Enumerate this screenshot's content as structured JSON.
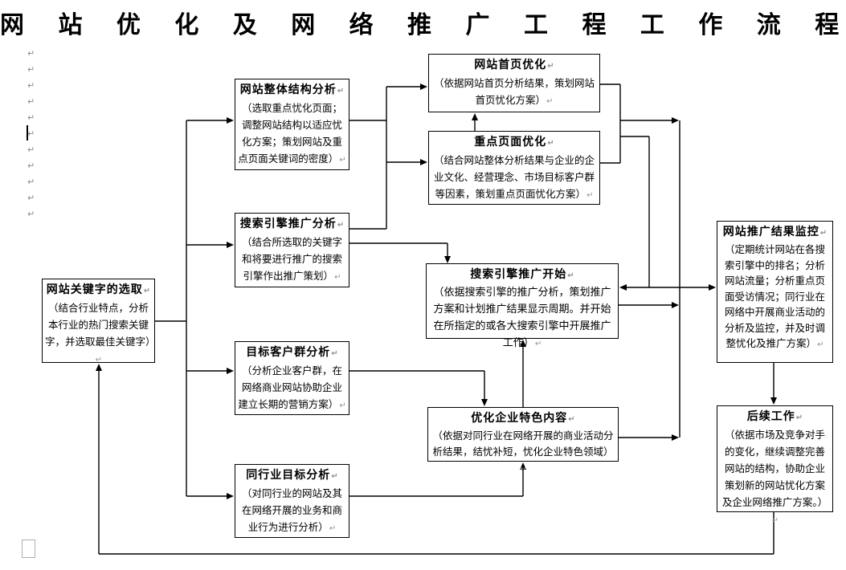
{
  "title": "网 站 优 化 及 网 络 推 广 工 程 工 作 流 程 图",
  "pilcrow": "↵",
  "nodes": {
    "keyword_selection": {
      "title": "网站关键字的选取",
      "body": "（结合行业特点，分析本行业的热门搜索关键字，并选取最佳关键字）"
    },
    "structure_analysis": {
      "title": "网站整体结构分析",
      "body": "（选取重点忧化页面；调整网站结构以适应忧化方案；策划网站及重点页面关键词的密度）"
    },
    "search_engine_analysis": {
      "title": "搜索引擎推广分析",
      "body": "（结合所选取的关键字和将要进行推广的搜索引擎作出推广策划）"
    },
    "target_customer_analysis": {
      "title": "目标客户群分析",
      "body": "（分析企业客户群，在网络商业网站协助企业建立长期的营销方案）"
    },
    "industry_analysis": {
      "title": "同行业目标分析",
      "body": "（对同行业的网站及其在网络开展的业务和商业行为进行分析）"
    },
    "homepage_optimization": {
      "title": "网站首页优化",
      "body": "（依据网站首页分析结果，策划网站首页忧化方案）"
    },
    "key_page_optimization": {
      "title": "重点页面优化",
      "body": "（结合网站整体分析结果与企业的企业文化、经营理念、市场目标客户群等因素，策划重点页面忧化方案）"
    },
    "promotion_start": {
      "title": "搜索引擎推广开始",
      "body": "（依据搜索引擎的推广分析，策划推广方案和计划推广结果显示周期。并开始在所指定的或各大搜索引擎中开展推广工作）"
    },
    "feature_optimization": {
      "title": "优化企业特色内容",
      "body": "（依据对同行业在网络开展的商业活动分析结果，结忧补短，忧化企业特色领域）"
    },
    "monitoring": {
      "title": "网站推广结果监控",
      "body": "（定期统计网站在各搜索引擎中的排名；分析网站流量；分析重点页面受访情况；同行业在网络中开展商业活动的分析及监控，并及时调整忧化及推广方案）"
    },
    "follow_up": {
      "title": "后续工作",
      "body": "（依据市场及竞争对手的变化，继续调整完善网站的结构，协助企业策划新的网站忧化方案及企业网络推广方案。）"
    }
  },
  "edges": [
    {
      "from": "网站关键字的选取",
      "to": "网站整体结构分析"
    },
    {
      "from": "网站关键字的选取",
      "to": "搜索引擎推广分析"
    },
    {
      "from": "网站关键字的选取",
      "to": "目标客户群分析"
    },
    {
      "from": "网站关键字的选取",
      "to": "同行业目标分析"
    },
    {
      "from": "网站整体结构分析",
      "to": "网站首页优化"
    },
    {
      "from": "网站整体结构分析",
      "to": "重点页面优化"
    },
    {
      "from": "搜索引擎推广分析",
      "to": "网站首页优化"
    },
    {
      "from": "搜索引擎推广分析",
      "to": "重点页面优化"
    },
    {
      "from": "重点页面优化",
      "to": "网站首页优化"
    },
    {
      "from": "搜索引擎推广分析",
      "to": "搜索引擎推广开始"
    },
    {
      "from": "网站首页优化",
      "to": "搜索引擎推广开始"
    },
    {
      "from": "重点页面优化",
      "to": "搜索引擎推广开始"
    },
    {
      "from": "网站首页优化",
      "to": "网站推广结果监控"
    },
    {
      "from": "重点页面优化",
      "to": "网站推广结果监控"
    },
    {
      "from": "搜索引擎推广开始",
      "to": "网站推广结果监控"
    },
    {
      "from": "目标客户群分析",
      "to": "优化企业特色内容"
    },
    {
      "from": "同行业目标分析",
      "to": "优化企业特色内容"
    },
    {
      "from": "优化企业特色内容",
      "to": "搜索引擎推广开始"
    },
    {
      "from": "优化企业特色内容",
      "to": "网站推广结果监控"
    },
    {
      "from": "网站推广结果监控",
      "to": "后续工作"
    },
    {
      "from": "后续工作",
      "to": "网站关键字的选取"
    }
  ]
}
